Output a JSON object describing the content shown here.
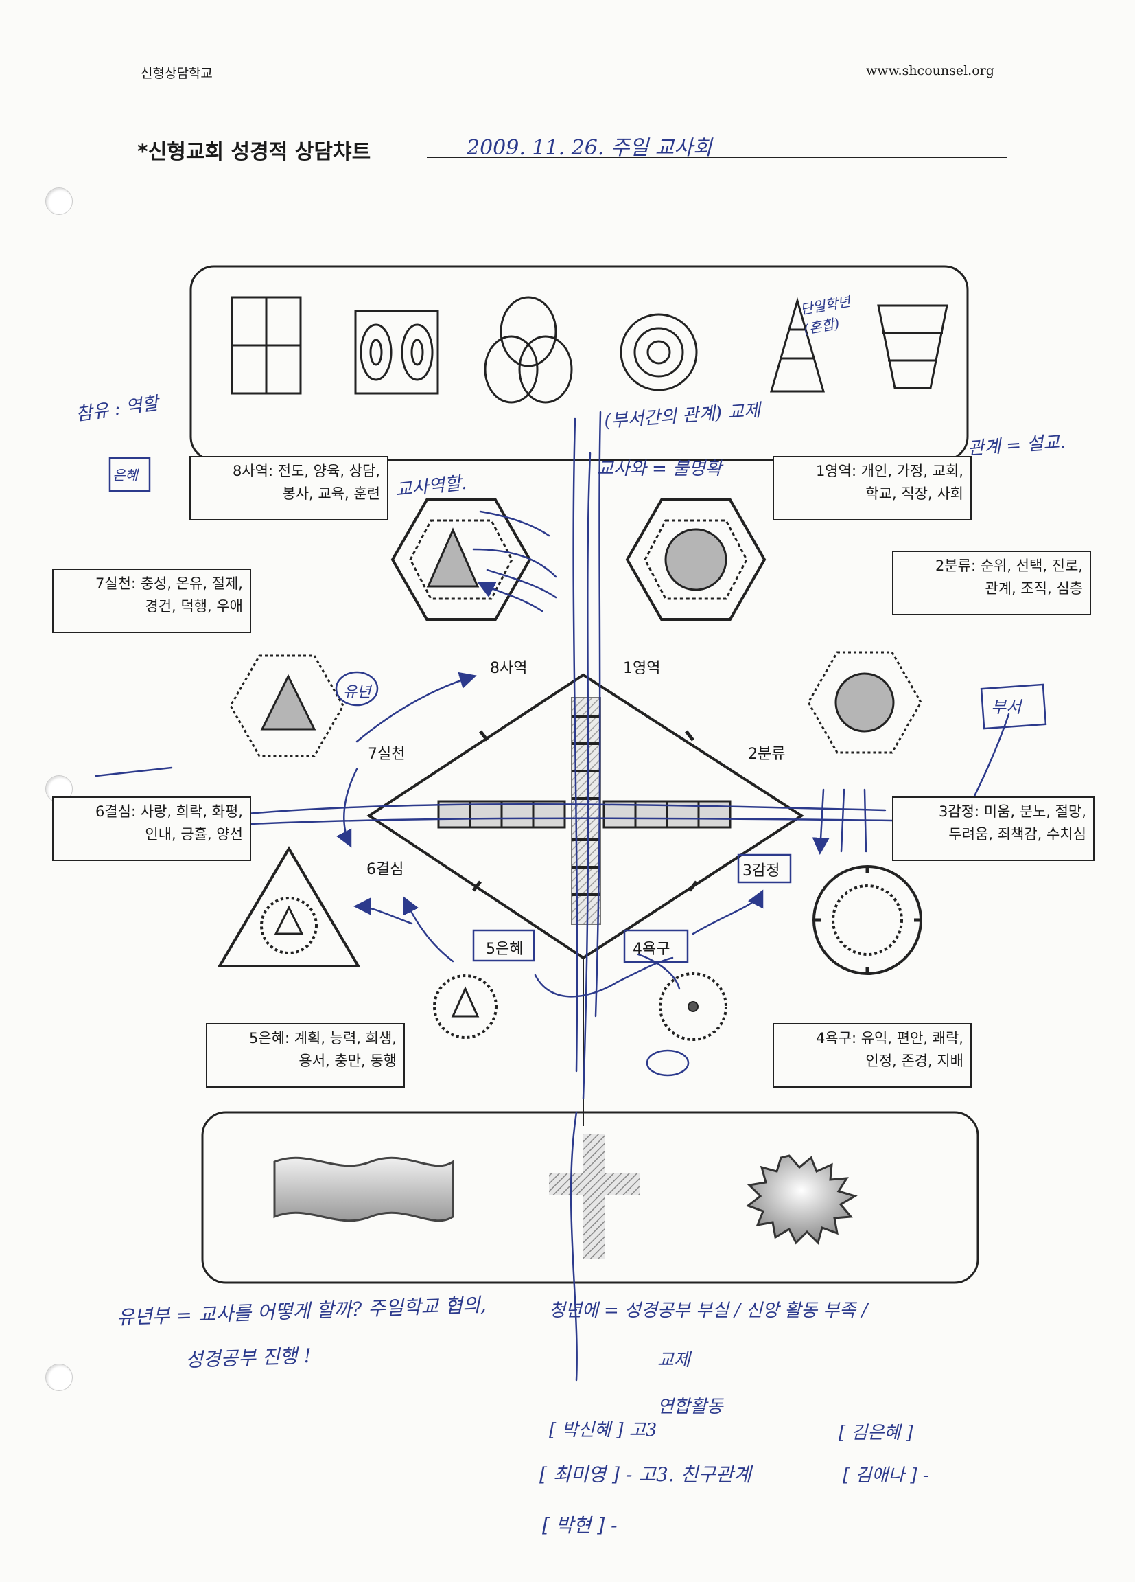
{
  "header": {
    "school": "신형상담학교",
    "website": "www.shcounsel.org",
    "title": "*신형교회 성경적 상담챠트",
    "handwritten_date": "2009. 11. 26. 주일 교사회"
  },
  "boxes": {
    "saryeok": {
      "line1": "8사역: 전도, 양육, 상담,",
      "line2": "봉사, 교육, 훈련"
    },
    "yeongyeok": {
      "line1": "1영역: 개인, 가정, 교회,",
      "line2": "학교, 직장, 사회"
    },
    "bunryu": {
      "line1": "2분류: 순위, 선택, 진로,",
      "line2": "관계, 조직, 심층"
    },
    "silcheon": {
      "line1": "7실천: 충성, 온유, 절제,",
      "line2": "경건, 덕행, 우애"
    },
    "gyeolsim": {
      "line1": "6결심: 사랑, 희락, 화평,",
      "line2": "인내, 긍휼, 양선"
    },
    "gamjeong": {
      "line1": "3감정: 미움, 분노, 절망,",
      "line2": "두려움, 죄책감, 수치심"
    },
    "eunhye": {
      "line1": "5은혜: 계획, 능력, 희생,",
      "line2": "용서, 충만, 동행"
    },
    "yokgu": {
      "line1": "4욕구: 유익, 편안, 쾌락,",
      "line2": "인정, 존경, 지배"
    }
  },
  "diamond_labels": {
    "n8": "8사역",
    "n1": "1영역",
    "n7": "7실천",
    "n2": "2분류",
    "n6": "6결심",
    "n3": "3감정",
    "n5": "5은혜",
    "n4": "4욕구"
  },
  "handwritten_notes": {
    "top_left": "참유 : 역할",
    "left_box": "은혜",
    "near_saryeok": "교사역할.",
    "top_right": "관계 = 설교.",
    "pyramid": "단일학년 (혼합)",
    "center_top": "(부서간의 관계) 교제",
    "center_upper": "교사와 = 불명확",
    "silcheon_note": "유년",
    "right_note": "부서",
    "bottom_left_1": "유년부 = 교사를 어떻게 할까? 주일학교 협의,",
    "bottom_left_2": "성경공부 진행 !",
    "bottom_center_1": "청년에 = 성경공부 부실 / 신앙 활동 부족 /",
    "bottom_center_2": "교제",
    "bottom_center_3": "연합활동",
    "bottom_list_1": "[ 박신혜 ] 고3",
    "bottom_list_2": "[ 최미영 ] - 고3. 친구관계",
    "bottom_list_3": "[ 박현 ] -",
    "bottom_right_1": "[ 김은혜 ]",
    "bottom_right_2": "[ 김애나 ] -"
  },
  "colors": {
    "ink": "#1a1a1a",
    "pen": "#2c3a8c",
    "fill_gray": "#b5b5b5"
  }
}
